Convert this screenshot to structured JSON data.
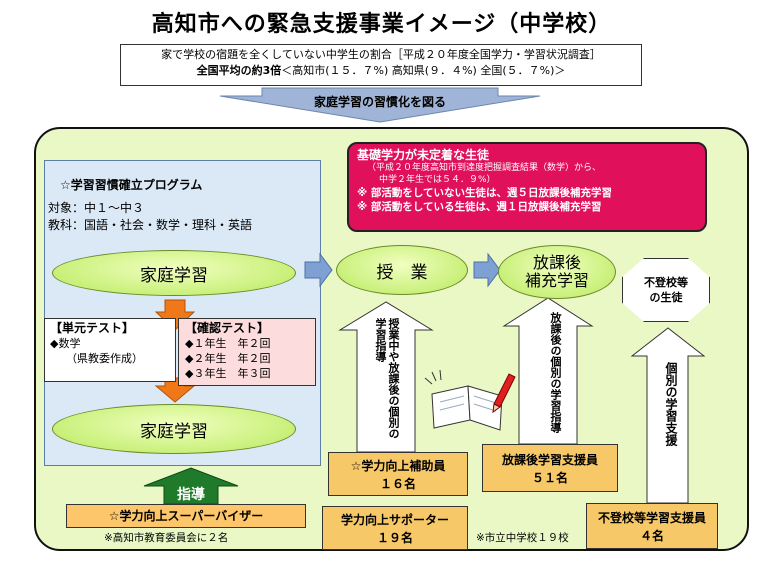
{
  "title": "高知市への緊急支援事業イメージ（中学校）",
  "survey": {
    "line1": "家で学校の宿題を全くしていない中学生の割合［平成２０年度全国学力・学習状況調査］",
    "line2_bold": "全国平均の約3倍",
    "line2_rest": "＜高知市(１５．７%) 高知県(９．４%) 全国(５．７%)＞"
  },
  "arrow_label": "家庭学習の習慣化を図る",
  "program": {
    "title": "☆学習習慣確立プログラム",
    "target": "対象：中１～中３",
    "subjects": "教科：国語・社会・数学・理科・英語",
    "ellipse_top": "家庭学習",
    "ellipse_bottom": "家庭学習",
    "unit_test": {
      "head": "【単元テスト】",
      "item1": "◆数学",
      "item2": "（県教委作成）"
    },
    "confirm_test": {
      "head": "【確認テスト】",
      "items": [
        "◆１年生　年２回",
        "◆２年生　年２回",
        "◆３年生　年３回"
      ]
    }
  },
  "guidance_label": "指導",
  "supervisor": {
    "title": "☆学力向上スーパーバイザー",
    "note": "※高知市教育委員会に２名"
  },
  "red_box": {
    "title": "基礎学力が未定着な生徒",
    "sub1": "（平成２０年度高知市到達度把握調査結果（数学）から、",
    "sub2": "中学２年生では５４．９%）",
    "point1": "※ 部活動をしていない生徒は、週５日放課後補充学習",
    "point2": "※ 部活動をしている生徒は、週１日放課後補充学習"
  },
  "flow": {
    "class": "授　業",
    "after_line1": "放課後",
    "after_line2": "補充学習"
  },
  "nonattend": {
    "line1": "不登校等",
    "line2": "の生徒"
  },
  "vertical": {
    "v1": "授業中や放課後の個別の学習指導",
    "v2": "放課後の個別の学習指導",
    "v3": "個別の学習支援"
  },
  "staff": {
    "assist": {
      "title": "☆学力向上補助員",
      "count": "１６名"
    },
    "supporter": {
      "title": "学力向上サポーター",
      "count": "１９名"
    },
    "after": {
      "title": "放課後学習支援員",
      "count": "５１名"
    },
    "nonattend": {
      "title": "不登校等学習支援員",
      "count": "４名"
    }
  },
  "footnote": "※市立中学校１９校",
  "colors": {
    "panel_green": "#eaf8c6",
    "program_blue": "#dbe9f6",
    "red_box": "#e0105a",
    "orange": "#fdc66a",
    "arrow_blue": "#7ea0d2",
    "arrow_orange": "#f07818",
    "arrow_green": "#1f7a2a"
  }
}
